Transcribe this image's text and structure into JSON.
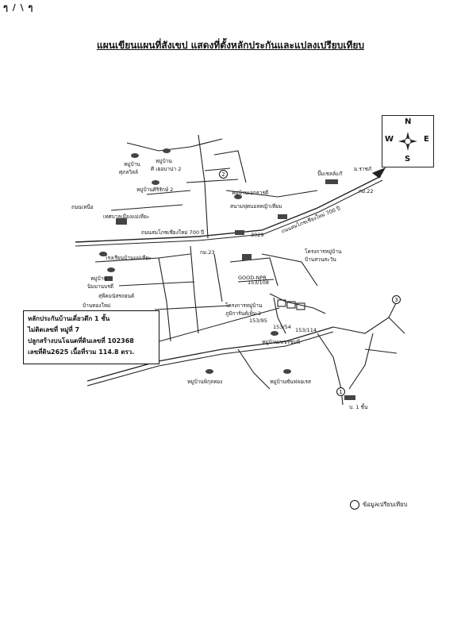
{
  "title": "แผนเขียนแผนที่สังเขป แสดงที่ตั้งหลักประกันและแปลงเปรียบเทียบ",
  "compass": {
    "n": "N",
    "s": "S",
    "e": "E",
    "w": "W"
  },
  "callout": {
    "line1": "หลักประกันบ้านเดี่ยวตึก 1 ชั้น",
    "line2": "ไม่ติดเลขที่ หมู่ที่ 7",
    "line3": "ปลูกสร้างบนโฉนดที่ดินเลขที่ 102368",
    "line4": "เลขที่ดิน2625 เนื้อที่รวม 114.8 ตรว."
  },
  "labels": {
    "l1": "หมู่บ้าน",
    "l2": "ศิ เฮอบาน่า 2",
    "l3": "หมู่บ้าน",
    "l4": "ศุภลวิลล์",
    "l5": "หมู่บ้านศิริรักษ์ 2",
    "l6": "หมู่บ้านเอกธารดี",
    "l7": "สนามฟุตบอลหญ้าเทียม",
    "l8": "ปั๊มเชลล์แก๊",
    "l9": "ม.ราชภั",
    "l10": "กม.22",
    "l11": "ถนนสมโภชเชียงใหม่ 700 ปี",
    "l12": "ถนนสมโภชเชียงใหม่ 700 ปี",
    "l13": "เทศบาลเมืองแม่เหียะ",
    "l14": "กม.23",
    "l15": "โรงเรียนบ้านแม่เหียะ",
    "l16": "โครงการหมู่บ้าน",
    "l17": "บ้านสวนสะวัน",
    "l18": "หมู่บ้าน",
    "l19": "นิมมานบรดี",
    "l20": "สุพีคมนัสรถยนต์",
    "l21": "บ้านทองใหม่",
    "l22": "โครงการหมู่บ้าน",
    "l23": "ภูมิการ์นด์เท็ม 2",
    "l24": "153/108",
    "l25": "153/95",
    "l26": "153/54",
    "l27": "153/114",
    "l28": "หมู่บ้านเพชรชมพี",
    "l29": "หมู่บ้านพิกุลทอง",
    "l30": "หมู่บ้านซันฟลอเรส",
    "l31": "บ. 1 ชั้น",
    "l32": "3029",
    "l33": "ถนนเหนือ",
    "l34": "GOOD-NPR"
  },
  "markers": {
    "m1": "1",
    "m2": "2",
    "m3": "3"
  },
  "legend": {
    "text": "ข้อมูลเปรียบเทียบ"
  },
  "corner": {
    "text": "ๆ / \\ ๆ"
  }
}
